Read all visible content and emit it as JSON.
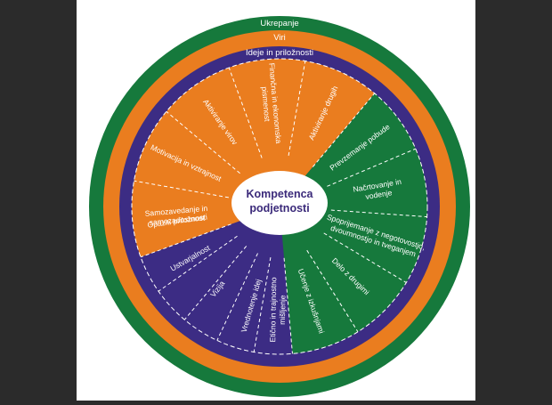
{
  "rings": {
    "outer": {
      "label": "Ukrepanje",
      "color": "#16793c"
    },
    "middle": {
      "label": "Viri",
      "color": "#ea7d1f"
    },
    "inner": {
      "label": "Ideje in priložnosti",
      "color": "#3c2c84"
    }
  },
  "center": {
    "line1": "Kompetenca",
    "line2": "podjetnosti",
    "color": "#3c2c84"
  },
  "segments": {
    "ideas": [
      {
        "lines": [
          "Opaziti priložnosti"
        ]
      },
      {
        "lines": [
          "Ustvarjalnost"
        ]
      },
      {
        "lines": [
          "Vizija"
        ]
      },
      {
        "lines": [
          "Vrednotenje idej"
        ]
      },
      {
        "lines": [
          "Etično in trajnostno",
          "mišljenje"
        ]
      }
    ],
    "resources": [
      {
        "lines": [
          "Samozavedanje in",
          "samozadostnost"
        ]
      },
      {
        "lines": [
          "Motivacija in vztrajnost"
        ]
      },
      {
        "lines": [
          "Aktiviranje virov"
        ]
      },
      {
        "lines": [
          "Finančna in ekonomska",
          "pismenost"
        ]
      },
      {
        "lines": [
          "Aktiviranje drugih"
        ]
      }
    ],
    "action": [
      {
        "lines": [
          "Prevzemanje pobude"
        ]
      },
      {
        "lines": [
          "Načrtovanje in",
          "vodenje"
        ]
      },
      {
        "lines": [
          "Spoprijemanje z negotovostjo,",
          "dvoumnostjo in tveganjem"
        ]
      },
      {
        "lines": [
          "Delo z drugimi"
        ]
      },
      {
        "lines": [
          "Učenje z izkušnjami"
        ]
      }
    ]
  }
}
